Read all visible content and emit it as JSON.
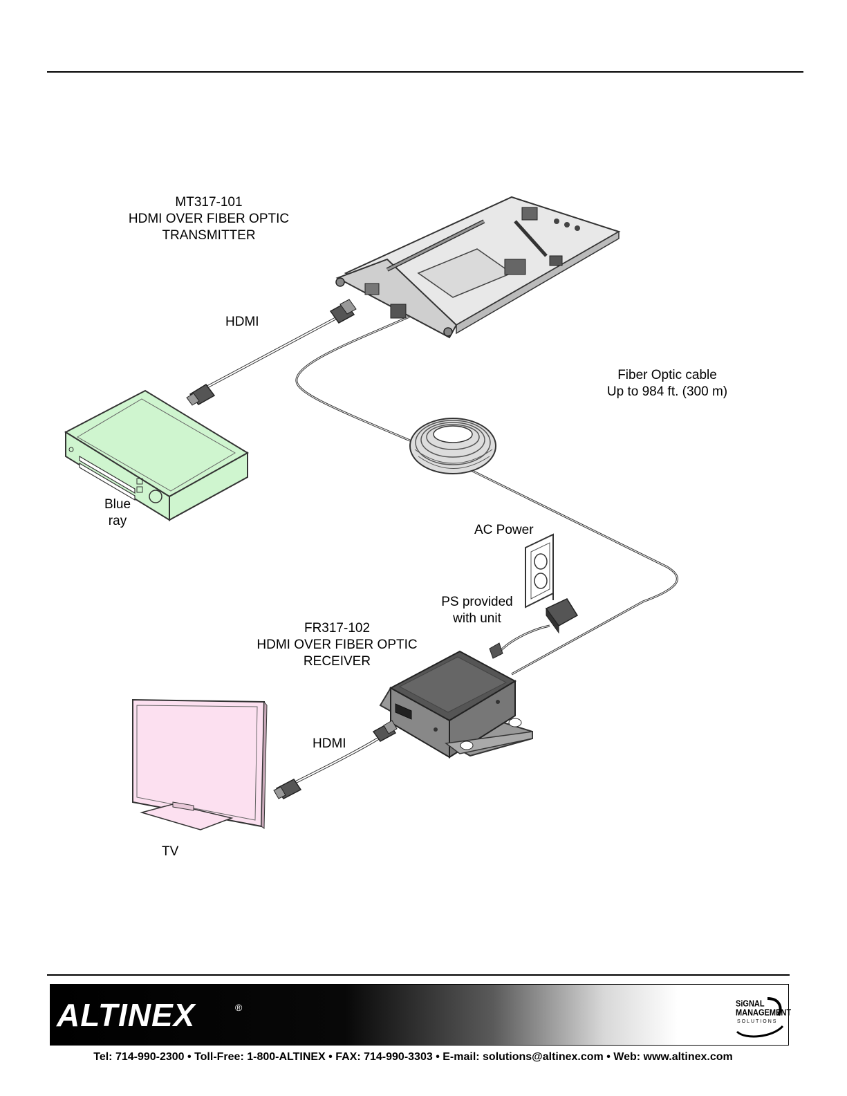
{
  "transmitter": {
    "model": "MT317-101",
    "line1": "HDMI OVER FIBER OPTIC",
    "line2": "TRANSMITTER"
  },
  "receiver": {
    "model": "FR317-102",
    "line1": "HDMI OVER FIBER OPTIC",
    "line2": "RECEIVER"
  },
  "hdmi_top_label": "HDMI",
  "hdmi_bottom_label": "HDMI",
  "fiber": {
    "line1": "Fiber Optic cable",
    "line2": "Up to 984 ft. (300 m)"
  },
  "bluray": {
    "line1": "Blue",
    "line2": "ray"
  },
  "ac_power_label": "AC Power",
  "ps": {
    "line1": "PS provided",
    "line2": "with unit"
  },
  "tv_label": "TV",
  "footer": {
    "brand": "ALTINEX",
    "registered_mark": "®",
    "logo_line1": "SiGNAL",
    "logo_line2": "MANAGEMENT",
    "logo_line3": "SOLUTIONS",
    "contact": "Tel: 714-990-2300 • Toll-Free: 1-800-ALTINEX • FAX: 714-990-3303 • E-mail: solutions@altinex.com • Web: www.altinex.com"
  },
  "colors": {
    "bluray_fill": "#cff5cf",
    "tv_fill": "#fce0f0",
    "line": "#333333"
  }
}
